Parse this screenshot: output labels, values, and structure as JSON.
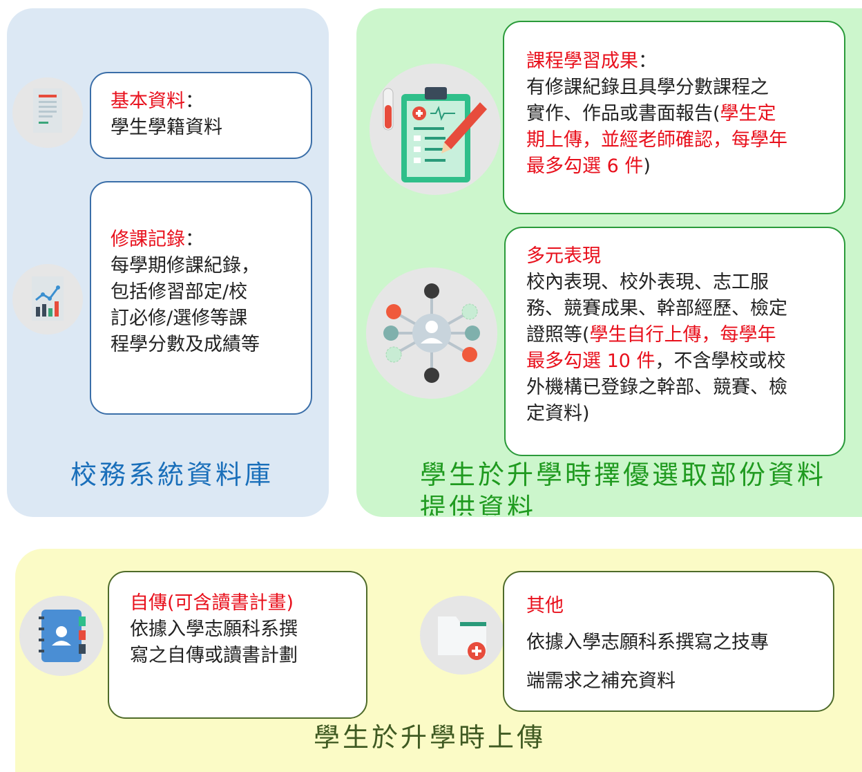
{
  "colors": {
    "blue_panel": "#dce8f4",
    "green_panel": "#ccf6cc",
    "yellow_panel": "#fbfbc6",
    "highlight_red": "#e8101c",
    "footer_blue": "#1a6fba",
    "footer_green": "#1f9a1f",
    "footer_olive": "#3f5a22"
  },
  "left_panel": {
    "footer": "校務系統資料庫",
    "basic": {
      "title": "基本資料",
      "colon": "：",
      "body": "學生學籍資料",
      "icon": "document-icon"
    },
    "courses": {
      "title": "修課記錄",
      "colon": "：",
      "lines": [
        "每學期修課紀錄，",
        "包括修習部定/校",
        "訂必修/選修等課",
        "程學分數及成績等"
      ],
      "icon": "chart-report-icon"
    }
  },
  "right_panel": {
    "footer": "學生於升學時擇優選取部份資料",
    "footer_overflow": "提供資料",
    "learning": {
      "title": "課程學習成果",
      "colon": "：",
      "line1": "有修課紀錄且具學分數課程之",
      "line2_black": "實作、作品或書面報告(",
      "line2_red": "學生定",
      "line3_red": "期上傳，並經老師確認，每學年",
      "line4_red": "最多勾選 6 件",
      "line4_black": ")",
      "icon": "clipboard-pencil-icon"
    },
    "diverse": {
      "title": "多元表現",
      "line1": "校內表現、校外表現、志工服",
      "line2": "務、競賽成果、幹部經歷、檢定",
      "line3_black": "證照等(",
      "line3_red": "學生自行上傳，每學年",
      "line4_red": "最多勾選 10 件",
      "line4_black": "，不含學校或校",
      "line5": "外機構已登錄之幹部、競賽、檢",
      "line6": "定資料)",
      "icon": "network-person-icon"
    }
  },
  "bottom_panel": {
    "footer": "學生於升學時上傳",
    "autobio": {
      "title": "自傳(可含讀書計畫)",
      "lines": [
        "依據入學志願科系撰",
        "寫之自傳或讀書計劃"
      ],
      "icon": "contact-book-icon"
    },
    "other": {
      "title": "其他",
      "lines": [
        "依據入學志願科系撰寫之技專",
        "端需求之補充資料"
      ],
      "icon": "folder-add-icon"
    }
  }
}
